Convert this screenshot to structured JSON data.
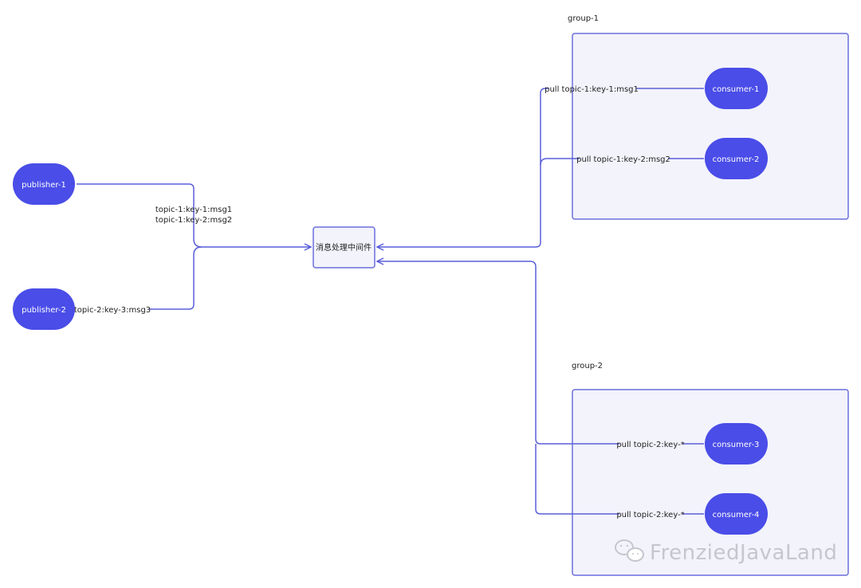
{
  "colors": {
    "node_fill": "#4a4de7",
    "edge": "#5a5fd8",
    "group_fill": "#f3f3fc",
    "group_border": "#6a6fdc",
    "middleware_fill": "#f3f3fc",
    "middleware_border": "#6a6fdc"
  },
  "groups": {
    "group1": {
      "label": "group-1"
    },
    "group2": {
      "label": "group-2"
    }
  },
  "publishers": {
    "p1": {
      "label": "publisher-1"
    },
    "p2": {
      "label": "publisher-2"
    }
  },
  "middleware": {
    "label": "消息处理中间件"
  },
  "consumers": {
    "c1": {
      "label": "consumer-1"
    },
    "c2": {
      "label": "consumer-2"
    },
    "c3": {
      "label": "consumer-3"
    },
    "c4": {
      "label": "consumer-4"
    }
  },
  "edge_labels": {
    "p1_line1": "topic-1:key-1:msg1",
    "p1_line2": "topic-1:key-2:msg2",
    "p2": "topic-2:key-3:msg3",
    "c1": "pull topic-1:key-1:msg1",
    "c2": "pull topic-1:key-2:msg2",
    "c3": "pull topic-2:key-*",
    "c4": "pull topic-2:key-*"
  },
  "watermark": {
    "text": "FrenziedJavaLand",
    "icon": "wechat-icon"
  }
}
